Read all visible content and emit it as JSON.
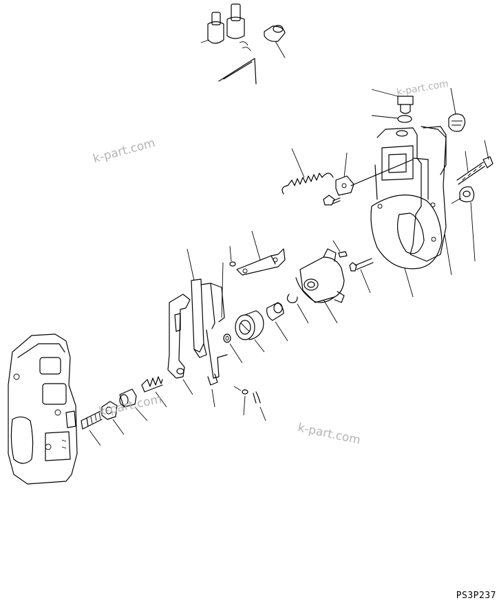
{
  "drawing_code": "PS3P237",
  "watermarks": [
    "k-part.com",
    "k-part.com",
    "k-part.com",
    "k-part.com"
  ],
  "colors": {
    "line": "#000000",
    "watermark": "#b4b4b4",
    "background": "#ffffff"
  }
}
